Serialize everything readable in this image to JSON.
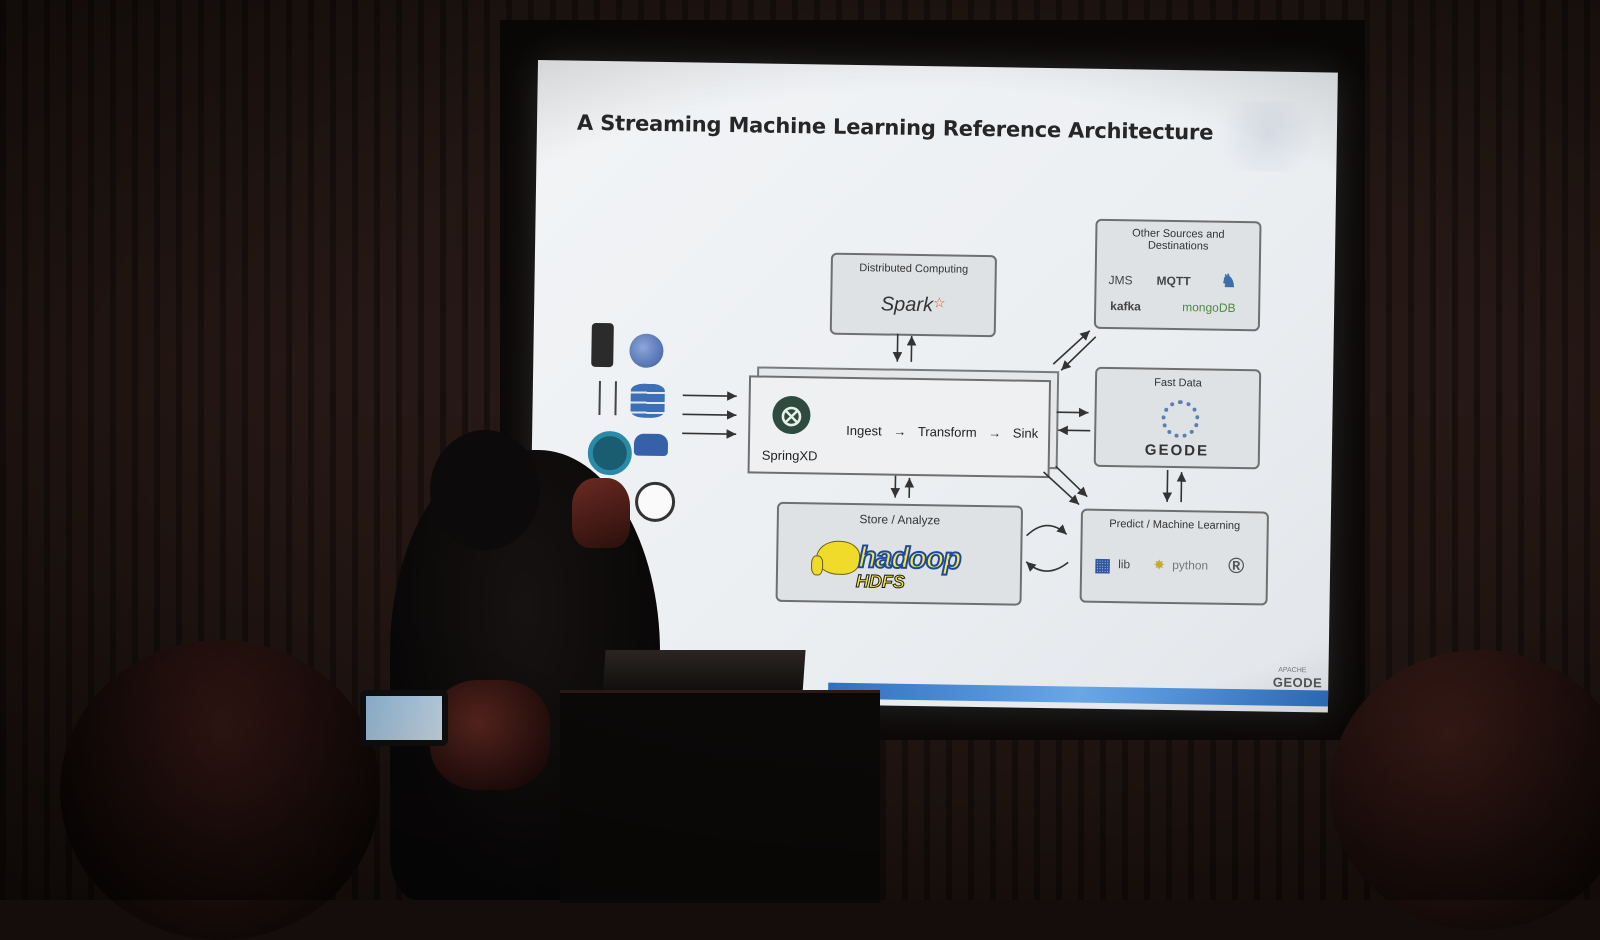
{
  "slide": {
    "title": "A Streaming Machine Learning Reference Architecture",
    "distributed_computing": {
      "label": "Distributed Computing",
      "logo": "Spark"
    },
    "other_sources": {
      "label": "Other Sources and Destinations",
      "logos": [
        "JMS",
        "MQTT",
        "kafka",
        "mongoDB"
      ]
    },
    "springxd": {
      "name": "SpringXD",
      "flow": [
        "Ingest",
        "Transform",
        "Sink"
      ]
    },
    "fast_data": {
      "label": "Fast Data",
      "logo": "GEODE"
    },
    "store_analyze": {
      "label": "Store / Analyze",
      "logo_main": "hadoop",
      "logo_sub": "HDFS"
    },
    "predict": {
      "label": "Predict / Machine Learning",
      "logos": [
        "lib",
        "python"
      ]
    },
    "footer_logo": {
      "small": "APACHE",
      "main": "GEODE"
    }
  },
  "icons": {
    "sources": [
      "phone-icon",
      "globe-icon",
      "cell-tower-icon",
      "database-icon",
      "wifi-sensor-icon",
      "vehicle-sensor-icon",
      "document-icon",
      "gauge-icon"
    ],
    "flow_arrow": "→"
  }
}
